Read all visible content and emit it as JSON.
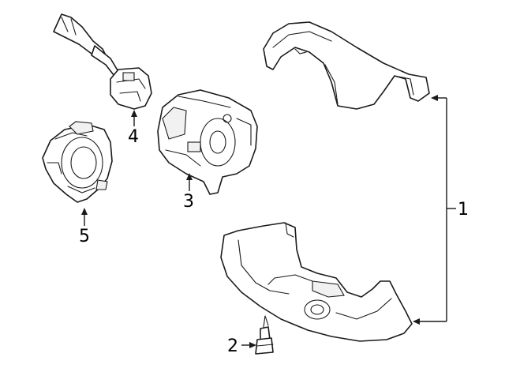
{
  "diagram": {
    "callouts": [
      {
        "id": "1",
        "label": "1"
      },
      {
        "id": "2",
        "label": "2"
      },
      {
        "id": "3",
        "label": "3"
      },
      {
        "id": "4",
        "label": "4"
      },
      {
        "id": "5",
        "label": "5"
      }
    ],
    "colors": {
      "line": "#1a1a1a",
      "background": "#ffffff"
    }
  }
}
